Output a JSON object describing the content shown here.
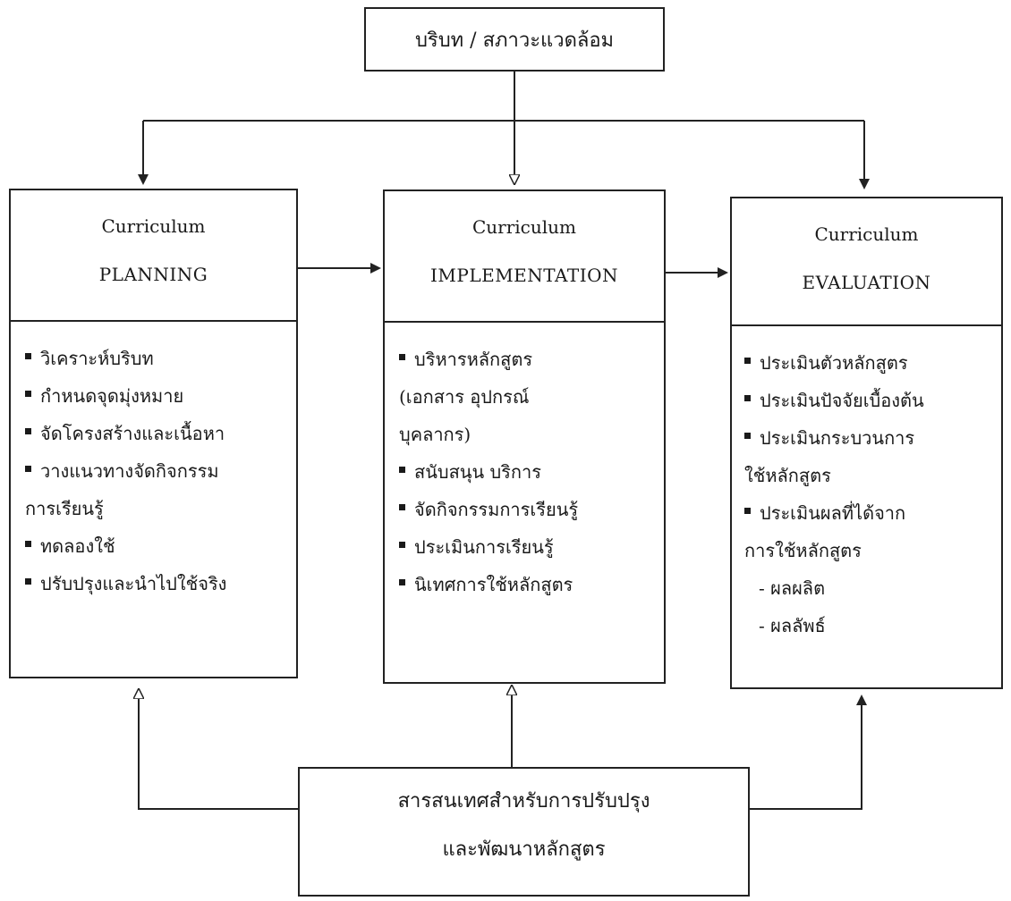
{
  "context": {
    "label": "บริบท / สภาวะแวดล้อม"
  },
  "planning": {
    "line1": "Curriculum",
    "line2": "PLANNING",
    "items": [
      {
        "text": "วิเคราะห์บริบท",
        "kind": "bullet"
      },
      {
        "text": "กำหนดจุดมุ่งหมาย",
        "kind": "bullet"
      },
      {
        "text": "จัดโครงสร้างและเนื้อหา",
        "kind": "bullet"
      },
      {
        "text": "วางแนวทางจัดกิจกรรม",
        "kind": "bullet"
      },
      {
        "text": "การเรียนรู้",
        "kind": "cont"
      },
      {
        "text": "ทดลองใช้",
        "kind": "bullet"
      },
      {
        "text": "ปรับปรุงและนำไปใช้จริง",
        "kind": "bullet"
      }
    ]
  },
  "implementation": {
    "line1": "Curriculum",
    "line2": "IMPLEMENTATION",
    "items": [
      {
        "text": "บริหารหลักสูตร",
        "kind": "bullet"
      },
      {
        "text": "(เอกสาร อุปกรณ์",
        "kind": "cont"
      },
      {
        "text": "บุคลากร)",
        "kind": "cont"
      },
      {
        "text": "สนับสนุน บริการ",
        "kind": "bullet"
      },
      {
        "text": "จัดกิจกรรมการเรียนรู้",
        "kind": "bullet"
      },
      {
        "text": "ประเมินการเรียนรู้",
        "kind": "bullet"
      },
      {
        "text": "นิเทศการใช้หลักสูตร",
        "kind": "bullet"
      }
    ]
  },
  "evaluation": {
    "line1": "Curriculum",
    "line2": "EVALUATION",
    "items": [
      {
        "text": "ประเมินตัวหลักสูตร",
        "kind": "bullet"
      },
      {
        "text": "ประเมินปัจจัยเบื้องต้น",
        "kind": "bullet"
      },
      {
        "text": "ประเมินกระบวนการ",
        "kind": "bullet"
      },
      {
        "text": "ใช้หลักสูตร",
        "kind": "cont"
      },
      {
        "text": "ประเมินผลที่ได้จาก",
        "kind": "bullet"
      },
      {
        "text": "การใช้หลักสูตร",
        "kind": "cont"
      },
      {
        "text": "- ผลผลิต",
        "kind": "dash"
      },
      {
        "text": "- ผลลัพธ์",
        "kind": "dash"
      }
    ]
  },
  "feedback": {
    "line1": "สารสนเทศสำหรับการปรับปรุง",
    "line2": "และพัฒนาหลักสูตร"
  }
}
